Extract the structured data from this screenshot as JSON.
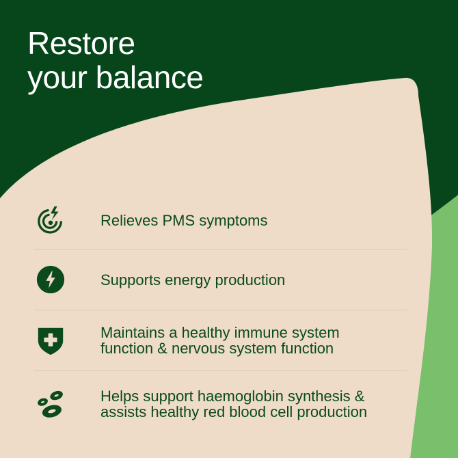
{
  "colors": {
    "dark_green": "#06461a",
    "light_green": "#7abf6c",
    "cream": "#eedcc8",
    "text_green": "#0a4a1c",
    "divider": "#d7c8b2",
    "white": "#ffffff"
  },
  "headline": {
    "line1": "Restore",
    "line2": "your balance"
  },
  "benefits": [
    {
      "icon": "target-bolt-icon",
      "line1": "Relieves PMS symptoms",
      "line2": ""
    },
    {
      "icon": "energy-bolt-icon",
      "line1": "Supports energy production",
      "line2": ""
    },
    {
      "icon": "shield-cross-icon",
      "line1": "Maintains a healthy immune system",
      "line2": "function & nervous system function"
    },
    {
      "icon": "blood-cells-icon",
      "line1": "Helps support haemoglobin synthesis &",
      "line2": "assists healthy red blood cell production"
    }
  ]
}
